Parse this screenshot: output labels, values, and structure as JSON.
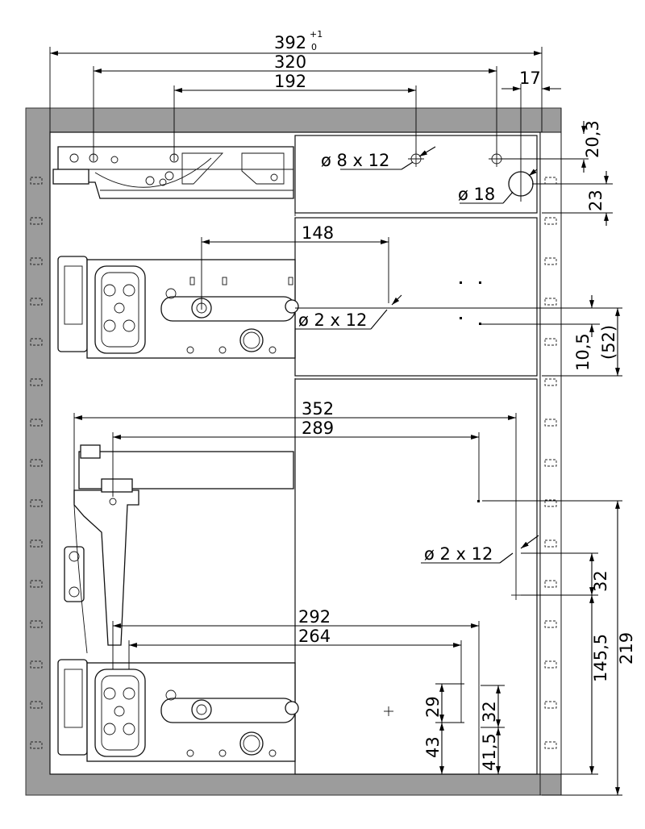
{
  "dimensions": {
    "overall_width": "392",
    "overall_tol_upper": "+1",
    "overall_tol_lower": "0",
    "top_320": "320",
    "top_192": "192",
    "right_17": "17",
    "right_20_3": "20,3",
    "right_23": "23",
    "hole_8x12": "ø 8 x 12",
    "hole_18": "ø 18",
    "mid_148": "148",
    "hole_2x12_mid": "ø 2 x 12",
    "mid_10_5": "10,5",
    "mid_52": "(52)",
    "low_352": "352",
    "low_289": "289",
    "hole_2x12_low": "ø 2 x 12",
    "low_32": "32",
    "low_145_5": "145,5",
    "low_219": "219",
    "bot_292": "292",
    "bot_264": "264",
    "bot_29": "29",
    "bot_32": "32",
    "bot_43": "43",
    "bot_41_5": "41,5"
  },
  "colors": {
    "frame": "#9c9c9c",
    "line": "#000000",
    "background": "#ffffff"
  }
}
